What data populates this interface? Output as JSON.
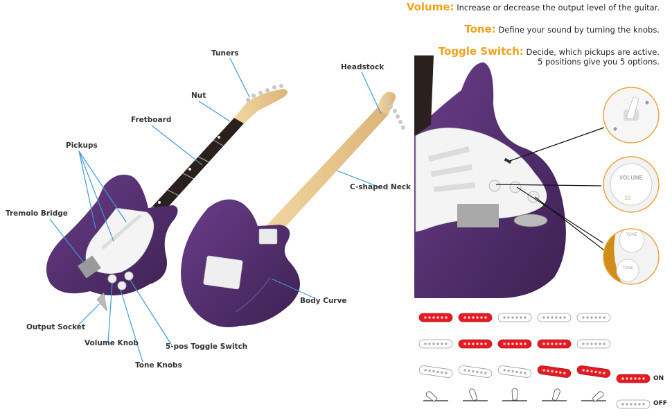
{
  "labels": {
    "tuners": "Tuners",
    "nut": "Nut",
    "fretboard": "Fretboard",
    "pickups": "Pickups",
    "tremolo_bridge": "Tremolo Bridge",
    "output_socket": "Output Socket",
    "volume_knob": "Volume Knob",
    "tone_knobs": "Tone Knobs",
    "toggle_switch": "5-pos Toggle Switch",
    "headstock": "Headstock",
    "c_shaped_neck": "C-shaped Neck",
    "body_curve": "Body Curve"
  },
  "features": {
    "volume": {
      "name": "Volume:",
      "desc": "Increase or decrease the output level of the guitar."
    },
    "tone": {
      "name": "Tone:",
      "desc": "Define your sound by turning the knobs."
    },
    "toggle": {
      "name": "Toggle Switch:",
      "desc": "Decide, which pickups are active.",
      "desc2": "5 positions give you 5 options."
    }
  },
  "zoom_text": {
    "volume_knob": "VOLUME",
    "volume_number": "10",
    "tone_knob": "TONE"
  },
  "legend": {
    "on": "ON",
    "off": "OFF"
  },
  "pickup_grid": {
    "columns": 5,
    "rows": [
      [
        true,
        true,
        false,
        false,
        false
      ],
      [
        false,
        true,
        true,
        true,
        false
      ],
      [
        false,
        false,
        false,
        true,
        true
      ]
    ]
  },
  "colors": {
    "accent": "#f0a21c",
    "body": "#4b2a63",
    "pickup_on": "#e51b24",
    "pickup_off": "#ffffff",
    "leader": "#3a9bd5"
  }
}
